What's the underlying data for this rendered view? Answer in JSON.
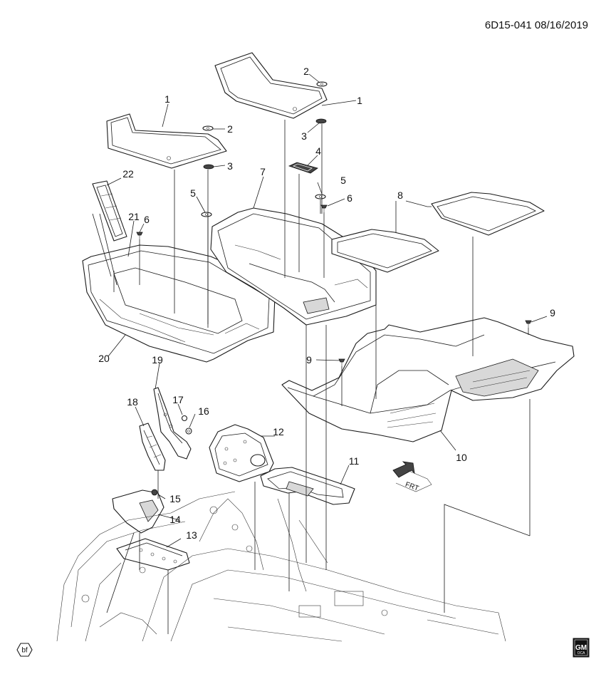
{
  "header": {
    "drawing_ref": "6D15-041 08/16/2019"
  },
  "callouts": [
    {
      "id": "c1a",
      "label": "1"
    },
    {
      "id": "c1b",
      "label": "1"
    },
    {
      "id": "c2a",
      "label": "2"
    },
    {
      "id": "c2b",
      "label": "2"
    },
    {
      "id": "c3a",
      "label": "3"
    },
    {
      "id": "c3b",
      "label": "3"
    },
    {
      "id": "c4",
      "label": "4"
    },
    {
      "id": "c5a",
      "label": "5"
    },
    {
      "id": "c5b",
      "label": "5"
    },
    {
      "id": "c6a",
      "label": "6"
    },
    {
      "id": "c6b",
      "label": "6"
    },
    {
      "id": "c7",
      "label": "7"
    },
    {
      "id": "c8",
      "label": "8"
    },
    {
      "id": "c9a",
      "label": "9"
    },
    {
      "id": "c9b",
      "label": "9"
    },
    {
      "id": "c10",
      "label": "10"
    },
    {
      "id": "c11",
      "label": "11"
    },
    {
      "id": "c12",
      "label": "12"
    },
    {
      "id": "c13",
      "label": "13"
    },
    {
      "id": "c14",
      "label": "14"
    },
    {
      "id": "c15",
      "label": "15"
    },
    {
      "id": "c16",
      "label": "16"
    },
    {
      "id": "c17",
      "label": "17"
    },
    {
      "id": "c18",
      "label": "18"
    },
    {
      "id": "c19",
      "label": "19"
    },
    {
      "id": "c20",
      "label": "20"
    },
    {
      "id": "c21",
      "label": "21"
    },
    {
      "id": "c22",
      "label": "22"
    }
  ],
  "direction_arrow": {
    "label": "FRT"
  },
  "footer": {
    "left_badge": "bf",
    "logo": {
      "main": "GM",
      "sub": "OCA"
    }
  }
}
